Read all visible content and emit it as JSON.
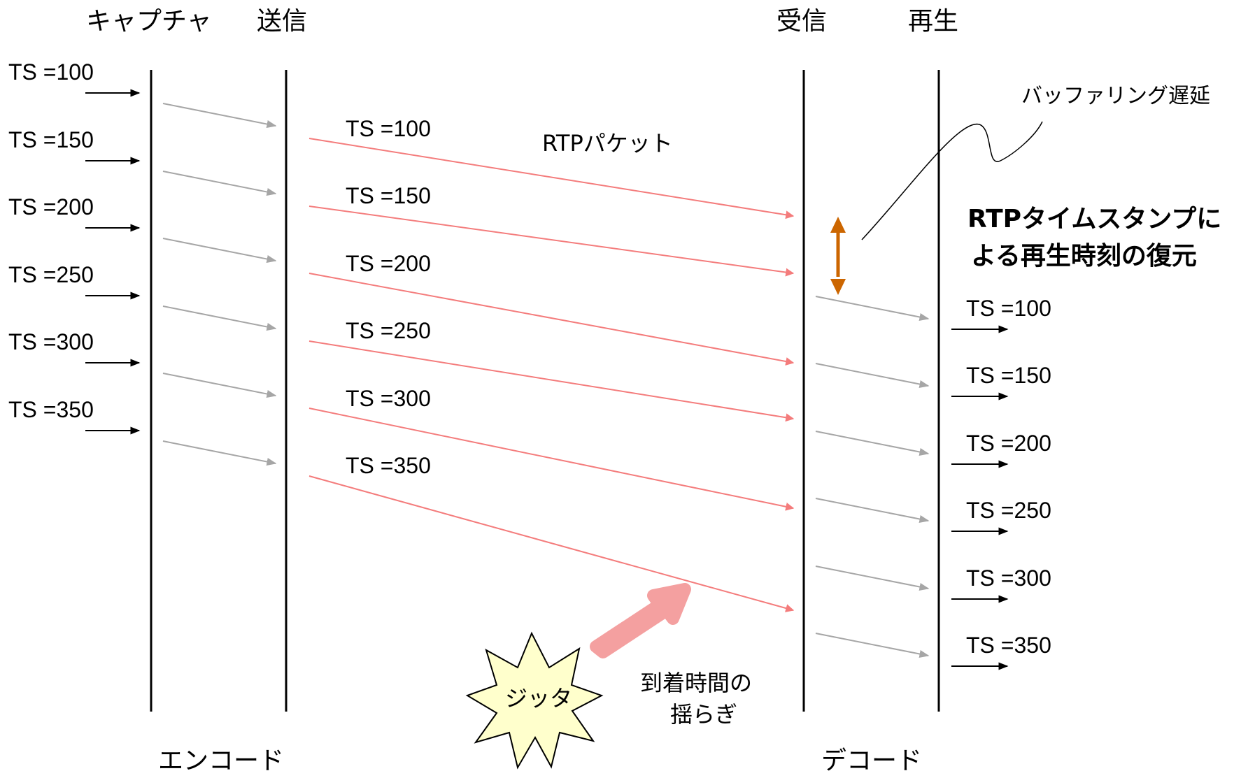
{
  "headers": {
    "capture": "キャプチャ",
    "send": "送信",
    "receive": "受信",
    "playback": "再生"
  },
  "footers": {
    "encode": "エンコード",
    "decode": "デコード"
  },
  "timestamps": [
    "TS =100",
    "TS =150",
    "TS =200",
    "TS =250",
    "TS =300",
    "TS =350"
  ],
  "rtp_packet_label": "RTPパケット",
  "buffering_delay_label": "バッファリング遅延",
  "restore_label": {
    "line1": "RTPタイムスタンプに",
    "line2": "よる再生時刻の復元"
  },
  "jitter_label": "ジッタ",
  "arrival_jitter_label": {
    "line1": "到着時間の",
    "line2": "揺らぎ"
  },
  "colors": {
    "packet_arrow": "#f47c7c",
    "gray_arrow": "#a6a6a6",
    "buffer_arrow": "#cc6600",
    "jitter_fill": "#ffffcc",
    "big_arrow": "#f4a0a0"
  }
}
